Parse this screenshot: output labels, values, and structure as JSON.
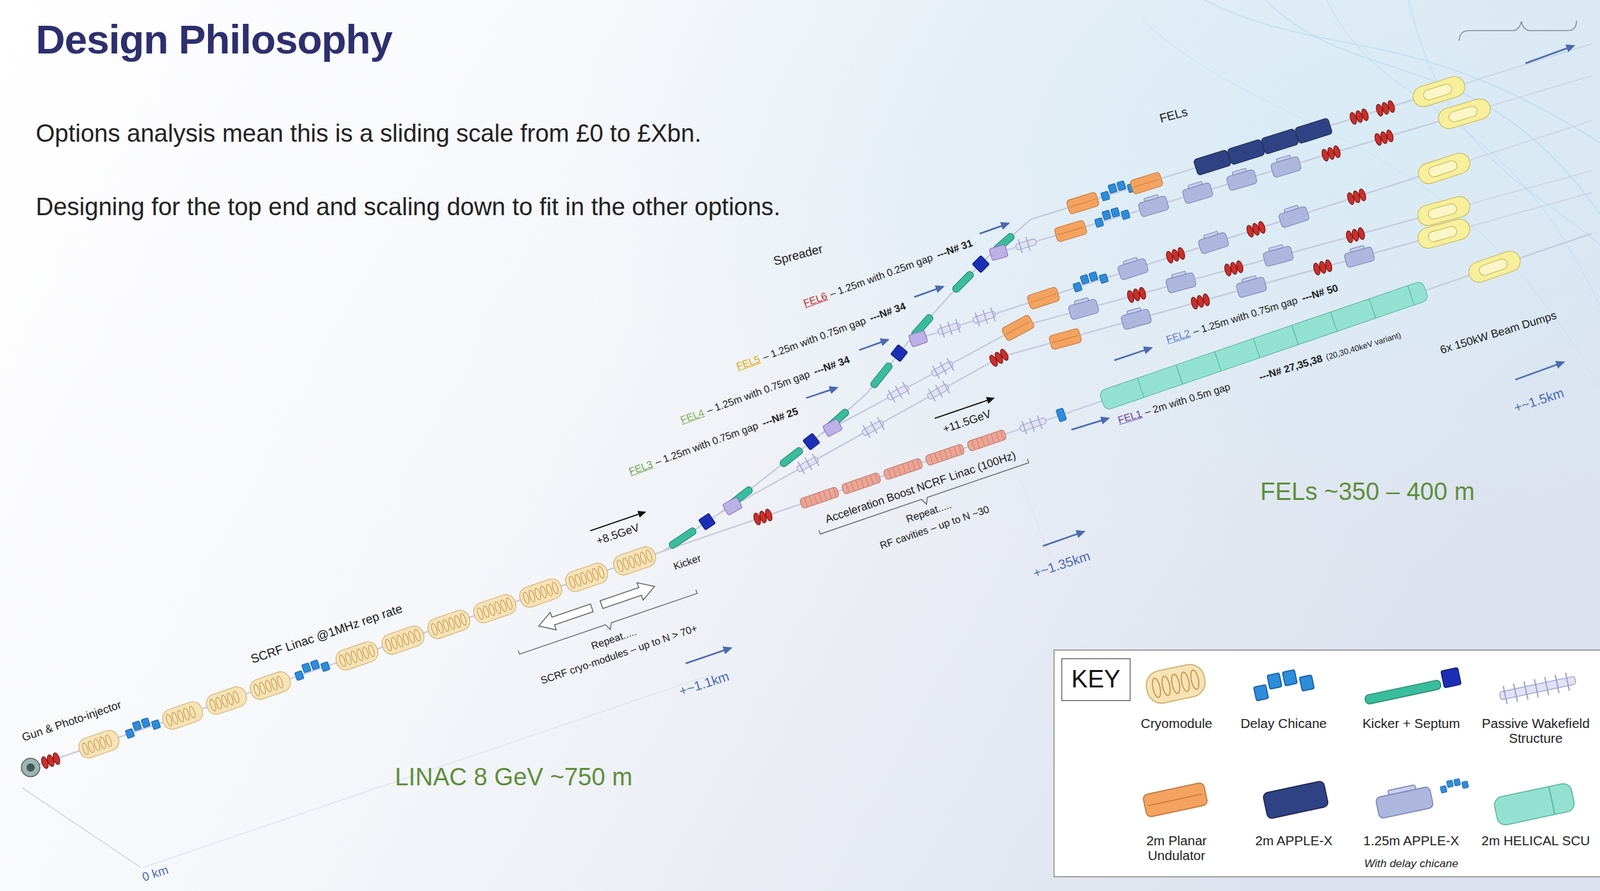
{
  "diagram": {
    "title": "Design Philosophy",
    "nodes": [
      {
        "text": [
          "KEY"
        ]
      }
    ],
    "labels": [
      "Options analysis mean this is a sliding scale from £0 to £Xbn.",
      "Designing for the top end and scaling down to fit in the other options.",
      "FELs",
      "Spreader",
      "FEL6",
      "– 1.25m with 0.25m gap",
      "---N# 31",
      "FEL5",
      "– 1.25m with 0.75m gap",
      "---N# 34",
      "FEL4",
      "– 1.25m with 0.75m gap",
      "---N# 34",
      "FEL3",
      "– 1.25m with 0.75m gap",
      "---N# 25",
      "FEL2",
      "– 1.25m with 0.75m gap",
      "---N# 50",
      "FEL1",
      "– 2m with 0.5m gap",
      "---N# 27,35,38",
      "(20,30,40keV variant)",
      "6x 150kW Beam Dumps",
      "+~1.5km",
      "FELs ~350 – 400 m",
      "+11.5GeV",
      "Acceleration Boost NCRF Linac (100Hz)",
      "Repeat.....",
      "RF cavities – up to N ~30",
      "+~1.35km",
      "+8.5GeV",
      "Kicker",
      "SCRF Linac @1MHz rep rate",
      "Repeat.....",
      "SCRF cryo-modules – up to N > 70+",
      "+~1.1km",
      "Gun & Photo-injector",
      "LINAC 8 GeV ~750 m",
      "0 km",
      "With delay chicane"
    ],
    "legend": [
      {
        "text": "Cryomodule"
      },
      {
        "text": "Delay Chicane"
      },
      {
        "text": "Kicker + Septum"
      },
      {
        "text": "Passive Wakefield Structure"
      },
      {
        "text": "2m Planar Undulator"
      },
      {
        "text": "2m APPLE-X"
      },
      {
        "text": "1.25m APPLE-X"
      },
      {
        "text": "2m HELICAL SCU"
      }
    ]
  }
}
